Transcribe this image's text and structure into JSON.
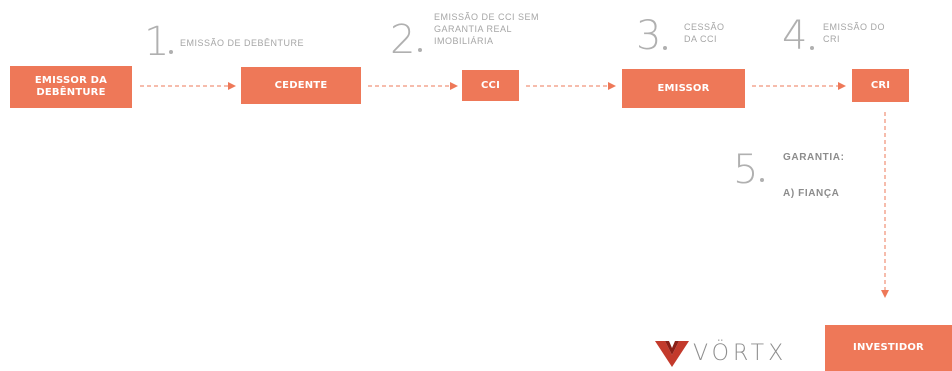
{
  "boxes": {
    "emissor_debenture": "EMISSOR DA\nDEBÊNTURE",
    "cedente": "CEDENTE",
    "cci": "CCI",
    "emissor": "EMISSOR",
    "cri": "CRI",
    "investidor": "INVESTIDOR"
  },
  "steps": {
    "s1": {
      "num": "1",
      "label": "EMISSÃO DE DEBÊNTURE"
    },
    "s2": {
      "num": "2",
      "label": "EMISSÃO DE CCI SEM\nGARANTIA REAL\nIMOBILIÁRIA"
    },
    "s3": {
      "num": "3",
      "label": "CESSÃO\nDA CCI"
    },
    "s4": {
      "num": "4",
      "label": "EMISSÃO DO\nCRI"
    },
    "s5": {
      "num": "5",
      "title": "GARANTIA:",
      "item": "A) FIANÇA"
    }
  },
  "logo": {
    "text": "VÖRTX"
  },
  "colors": {
    "accent": "#ee7858",
    "gray": "#a6a6a6"
  }
}
